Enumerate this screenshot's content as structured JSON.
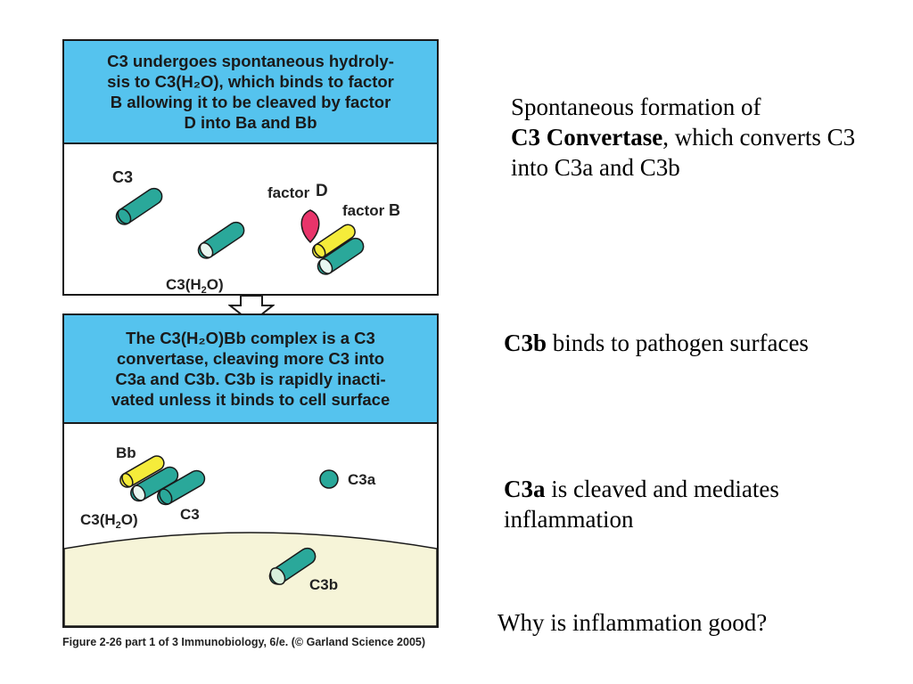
{
  "panel_top": {
    "caption_lines": [
      "C3 undergoes spontaneous hydroly-",
      "sis to C3(H₂O), which binds to factor",
      "B allowing it to be cleaved by factor",
      "D into Ba and Bb"
    ],
    "labels": {
      "c3": "C3",
      "c3h2o": "C3(H",
      "c3h2o_sub": "2",
      "c3h2o_end": "O)",
      "factor_d": "factor",
      "factor_d_letter": "D",
      "factor_b": "factor",
      "factor_b_letter": "B"
    }
  },
  "panel_bottom": {
    "caption_lines": [
      "The C3(H₂O)Bb complex is a C3",
      "convertase, cleaving more C3 into",
      "C3a and C3b. C3b is rapidly inacti-",
      "vated unless it binds to cell surface"
    ],
    "labels": {
      "bb": "Bb",
      "c3h2o": "C3(H",
      "c3h2o_sub": "2",
      "c3h2o_end": "O)",
      "c3": "C3",
      "c3a": "C3a",
      "c3b": "C3b"
    }
  },
  "figure_credit": "Figure 2-26 part 1 of 3  Immunobiology, 6/e. (© Garland Science 2005)",
  "notes": {
    "note1_lead": "Spontaneous formation of",
    "note1_bold": "C3 Convertase",
    "note1_rest": ", which converts C3 into C3a and C3b",
    "note2_bold": "C3b",
    "note2_rest": " binds to pathogen surfaces",
    "note3_bold": "C3a",
    "note3_rest": " is cleaved and mediates inflammation",
    "note4": "Why is inflammation good?"
  },
  "colors": {
    "caption_bg": "#55c3ee",
    "teal": "#2aa89a",
    "teal_dark": "#1d7d72",
    "yellow": "#f5ec3a",
    "factor_d": "#e8346a",
    "cell_surface": "#f6f4d8"
  }
}
